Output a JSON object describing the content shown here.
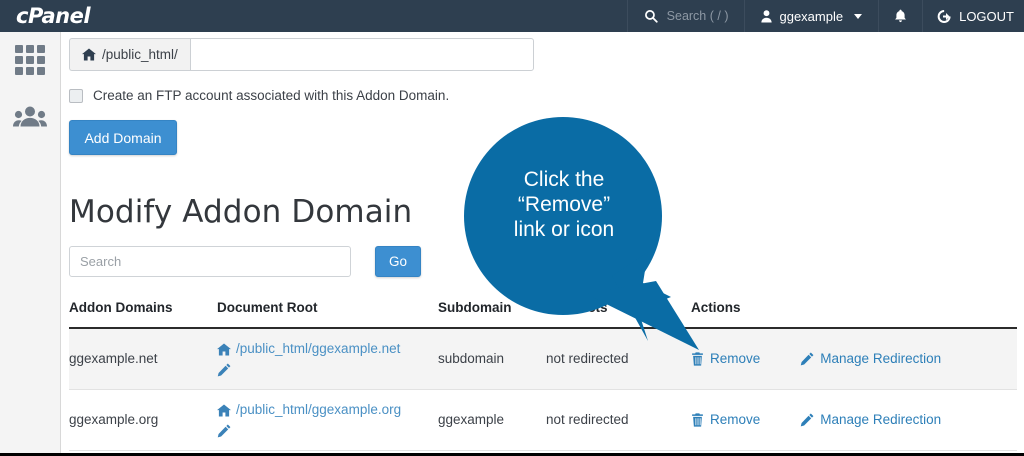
{
  "topbar": {
    "brand": "cPanel",
    "search_placeholder": "Search ( / )",
    "search_icon": "search-icon",
    "user": "ggexample",
    "user_icon": "user-icon",
    "bell_icon": "bell-icon",
    "logout_label": "LOGOUT",
    "logout_icon": "logout-icon",
    "background": "#2e3f50"
  },
  "sidebar": {
    "items": [
      {
        "icon": "apps-grid-icon",
        "name": "apps"
      },
      {
        "icon": "users-group-icon",
        "name": "user-manager"
      }
    ]
  },
  "form": {
    "docroot_prefix": "/public_html/",
    "docroot_prefix_icon": "home-icon",
    "docroot_value": "",
    "docroot_placeholder": "",
    "ftp_checkbox_label": "Create an FTP account associated with this Addon Domain.",
    "ftp_checkbox_checked": false,
    "add_domain_label": "Add Domain"
  },
  "section": {
    "title": "Modify Addon Domain",
    "search_placeholder": "Search",
    "search_value": "",
    "go_label": "Go"
  },
  "table": {
    "headers": [
      "Addon Domains",
      "Document Root",
      "Subdomain",
      "Redirects",
      "Actions"
    ],
    "rows": [
      {
        "domain": "ggexample.net",
        "document_root": "/public_html/ggexample.net",
        "document_root_icon": "home-icon",
        "document_root_edit_icon": "pencil-icon",
        "subdomain": "subdomain",
        "redirects": "not redirected",
        "actions": [
          {
            "label": "Remove",
            "icon": "trash-icon"
          },
          {
            "label": "Manage Redirection",
            "icon": "pencil-icon"
          }
        ]
      },
      {
        "domain": "ggexample.org",
        "document_root": "/public_html/ggexample.org",
        "document_root_icon": "home-icon",
        "document_root_edit_icon": "pencil-icon",
        "subdomain": "ggexample",
        "redirects": "not redirected",
        "actions": [
          {
            "label": "Remove",
            "icon": "trash-icon"
          },
          {
            "label": "Manage Redirection",
            "icon": "pencil-icon"
          }
        ]
      }
    ]
  },
  "callout": {
    "line1": "Click the",
    "line2": "“Remove”",
    "line3": "link or icon",
    "color": "#0a6ca5"
  }
}
